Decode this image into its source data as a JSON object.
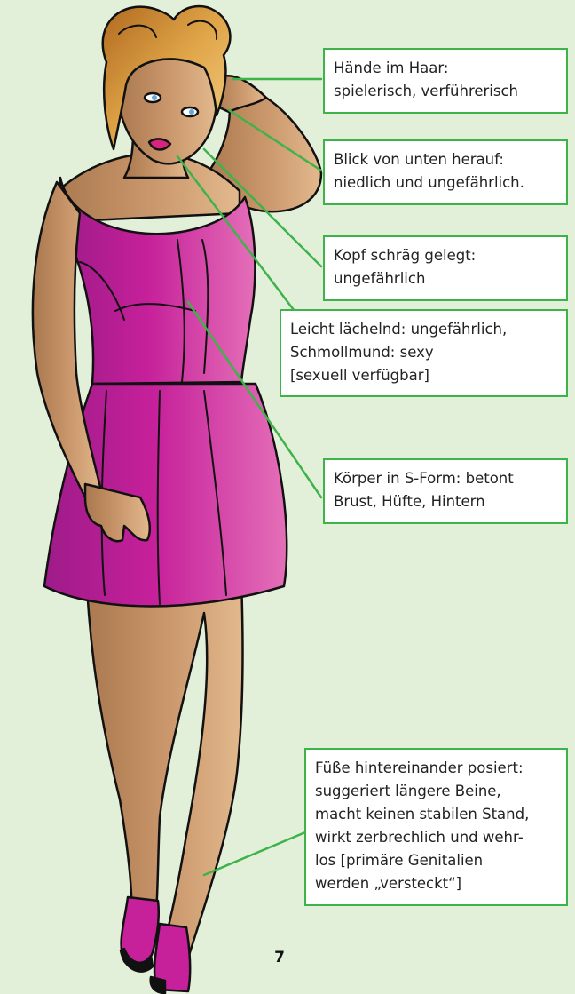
{
  "colors": {
    "background": "#e3f0d9",
    "callout_border": "#3db34a",
    "dress": "#c6209a",
    "skin": "#c9956a",
    "hair": "#d89a3a"
  },
  "figure": {
    "icon": "woman-posing-illustration"
  },
  "callouts": [
    {
      "id": "hands",
      "lines": [
        "Hände im Haar:",
        "spielerisch, verführerisch"
      ]
    },
    {
      "id": "gaze",
      "lines": [
        "Blick von unten herauf:",
        "niedlich und ungefährlich."
      ]
    },
    {
      "id": "head",
      "lines": [
        "Kopf schräg gelegt:",
        "ungefährlich"
      ]
    },
    {
      "id": "smile",
      "lines": [
        "Leicht lächelnd: ungefährlich,",
        "Schmollmund: sexy",
        "[sexuell verfügbar]"
      ]
    },
    {
      "id": "body",
      "lines": [
        "Körper in S-Form: betont",
        "Brust, Hüfte, Hintern"
      ]
    },
    {
      "id": "feet",
      "lines": [
        "Füße hintereinander posiert:",
        "suggeriert längere Beine,",
        "macht keinen stabilen Stand,",
        "wirkt zerbrechlich und wehr-",
        "los [primäre Genitalien",
        "werden „versteckt“]"
      ]
    }
  ],
  "page_number": "7"
}
